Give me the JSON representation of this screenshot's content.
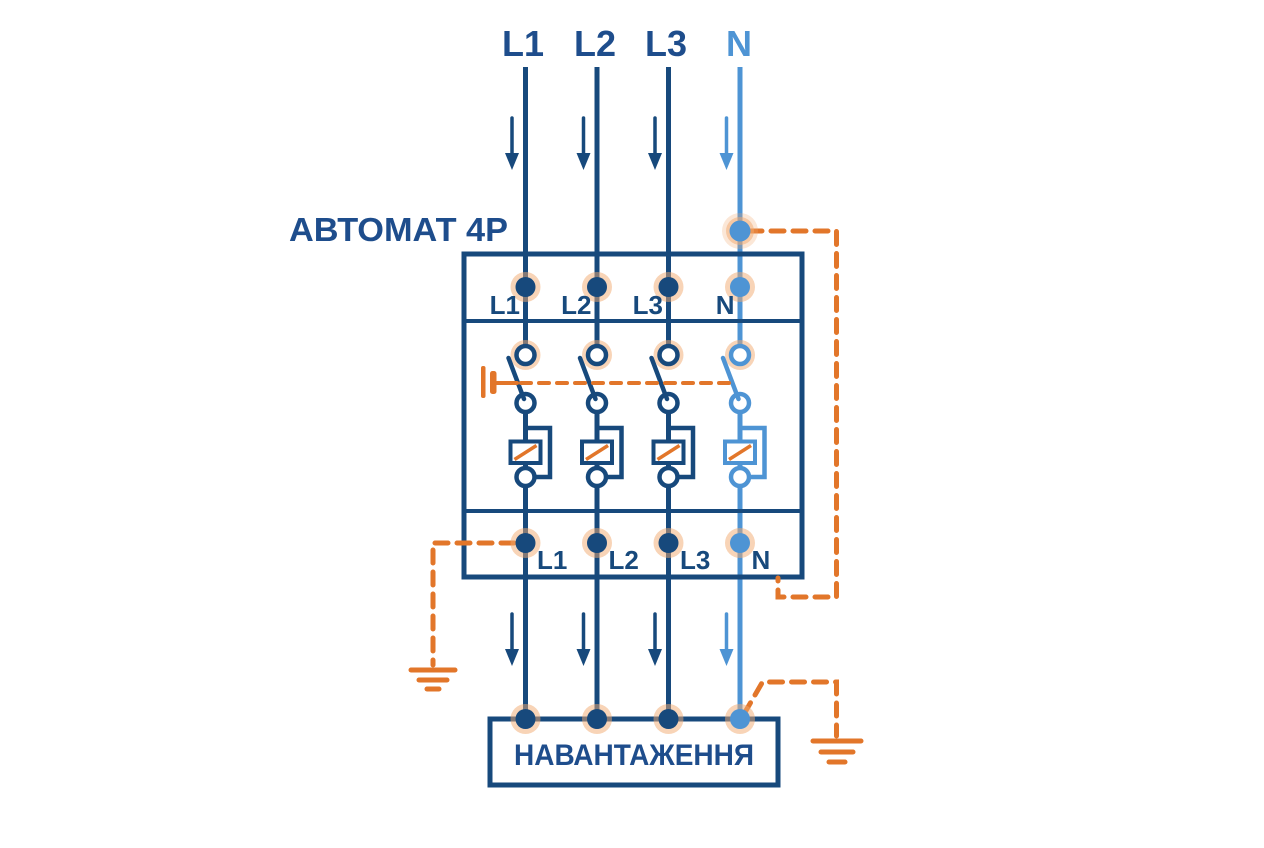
{
  "feed": {
    "labels": [
      "L1",
      "L2",
      "L3",
      "N"
    ]
  },
  "breaker": {
    "label": "АВТОМАТ 4P",
    "top_terminals": [
      "L1",
      "L2",
      "L3",
      "N"
    ],
    "bottom_terminals": [
      "L1",
      "L2",
      "L3",
      "N"
    ]
  },
  "load": {
    "label": "НАВАНТАЖЕННЯ"
  },
  "poles": [
    {
      "id": "L1",
      "type": "phase"
    },
    {
      "id": "L2",
      "type": "phase"
    },
    {
      "id": "L3",
      "type": "phase"
    },
    {
      "id": "N",
      "type": "neutral"
    }
  ],
  "symbols": {
    "flow_arrow": "down-arrow-icon",
    "earth_ground": "earth-ground-icon",
    "trip_linkage": "dashed-mechanical-linkage",
    "trip_element": "hatched-release-box",
    "switch_contact": "open-contact-circle"
  },
  "colors": {
    "phase_line": "#17497C",
    "neutral_line": "#4E94D4",
    "label_text": "#1E4D8C",
    "trip_orange": "#E2762A",
    "terminal_glow": "#F2A96F",
    "background": "#FFFFFF"
  }
}
